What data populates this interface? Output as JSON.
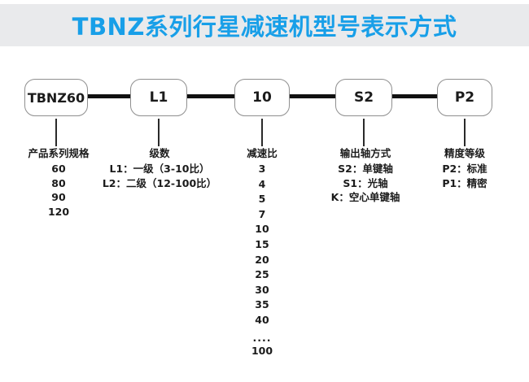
{
  "colors": {
    "accent_blue": "#189fe8",
    "header_bg": "#e9eaec",
    "line_black": "#111111",
    "text_black": "#1b1b1b",
    "box_border_gray": "#8f8f8f"
  },
  "header": {
    "title": "TBNZ系列行星减速机型号表示方式"
  },
  "diagram": {
    "boxes": [
      "TBNZ60",
      "L1",
      "10",
      "S2",
      "P2"
    ],
    "columns": [
      {
        "label": "产品系列规格",
        "items": [
          "60",
          "80",
          "90",
          "120"
        ]
      },
      {
        "label": "级数",
        "items": [
          "L1：一级（3-10比）",
          "L2：二级（12-100比）"
        ]
      },
      {
        "label": "减速比",
        "items": [
          "3",
          "4",
          "5",
          "7",
          "10",
          "15",
          "20",
          "25",
          "30",
          "35",
          "40",
          "....",
          "100"
        ]
      },
      {
        "label": "输出轴方式",
        "items": [
          "S2：单键轴",
          "S1：光轴",
          "K：空心单键轴"
        ]
      },
      {
        "label": "精度等级",
        "items": [
          "P2：标准",
          "P1：精密"
        ]
      }
    ]
  }
}
